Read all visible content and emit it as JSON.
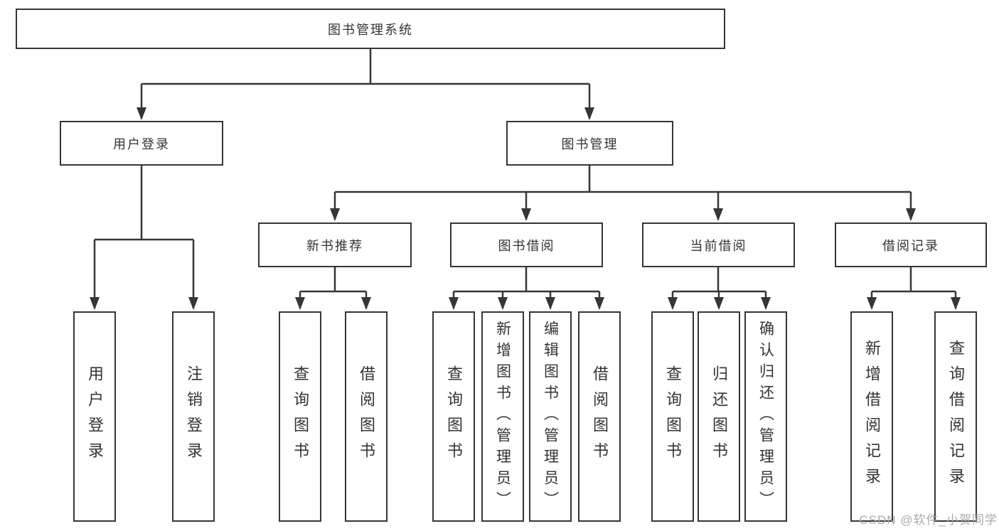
{
  "watermark": "CSDN @软件_小贺同学",
  "colors": {
    "line": "#363636",
    "border": "#363636",
    "text": "#333333",
    "watermark": "#a9a9a9",
    "background": "#ffffff"
  },
  "tree": {
    "label": "图书管理系统",
    "children": [
      {
        "label": "用户登录",
        "children": [
          {
            "label": "用户登录"
          },
          {
            "label": "注销登录"
          }
        ]
      },
      {
        "label": "图书管理",
        "children": [
          {
            "label": "新书推荐",
            "children": [
              {
                "label": "查询图书"
              },
              {
                "label": "借阅图书"
              }
            ]
          },
          {
            "label": "图书借阅",
            "children": [
              {
                "label": "查询图书"
              },
              {
                "label": "新增图书（管理员）"
              },
              {
                "label": "编辑图书（管理员）"
              },
              {
                "label": "借阅图书"
              }
            ]
          },
          {
            "label": "当前借阅",
            "children": [
              {
                "label": "查询图书"
              },
              {
                "label": "归还图书"
              },
              {
                "label": "确认归还（管理员）"
              }
            ]
          },
          {
            "label": "借阅记录",
            "children": [
              {
                "label": "新增借阅记录"
              },
              {
                "label": "查询借阅记录"
              }
            ]
          }
        ]
      }
    ]
  }
}
